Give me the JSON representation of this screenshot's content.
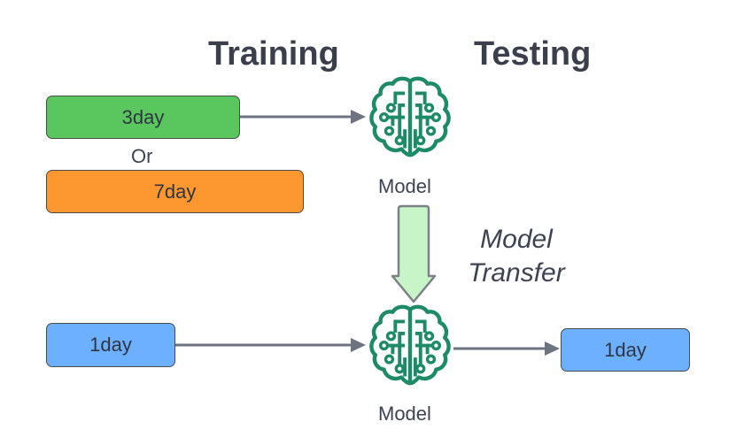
{
  "headings": {
    "training": "Training",
    "testing": "Testing"
  },
  "training_inputs": {
    "first": "3day",
    "separator": "Or",
    "second": "7day"
  },
  "model_top_label": "Model",
  "transfer": {
    "line1": "Model",
    "line2": "Transfer"
  },
  "test_input": "1day",
  "model_bottom_label": "Model",
  "test_output": "1day",
  "colors": {
    "green_box": "#59c75e",
    "orange_box": "#fd9730",
    "blue_box": "#6db0ff",
    "brain_icon": "#1e8a67",
    "transfer_arrow": "#c8f5c8",
    "connector": "#6d7380"
  }
}
